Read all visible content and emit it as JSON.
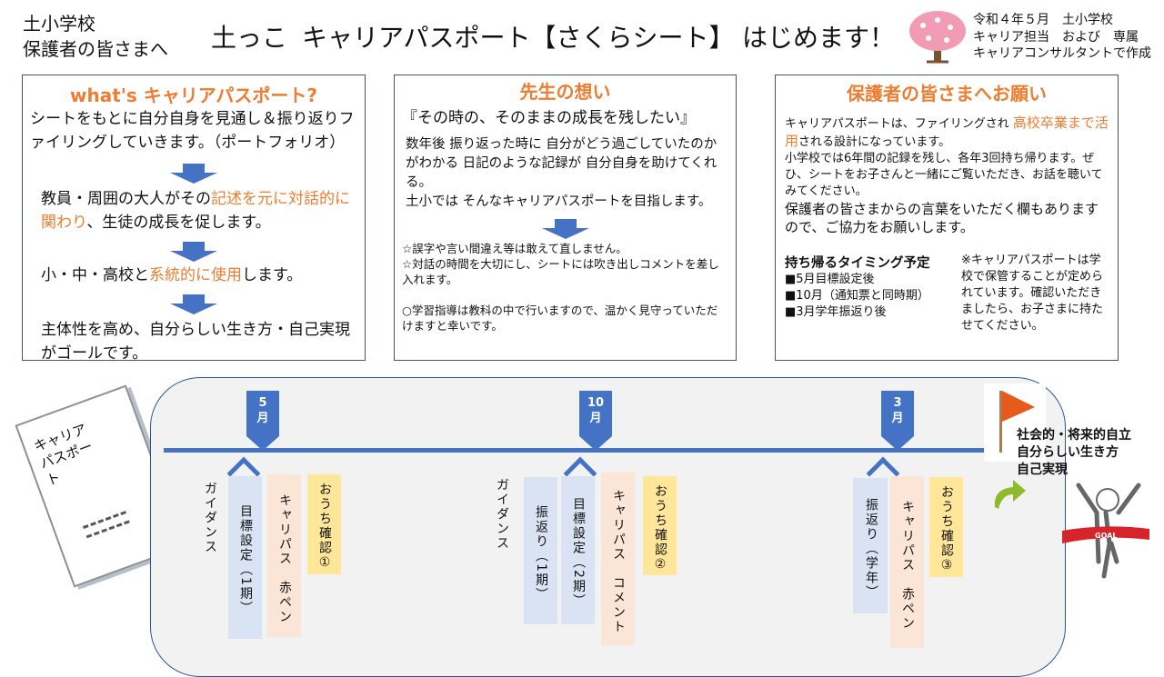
{
  "header": {
    "school": "土小学校",
    "audience": "保護者の皆さまへ",
    "title_parts": [
      "土っこ",
      "キャリアパスポート【さくらシート】",
      "はじめます！"
    ],
    "credit": [
      "令和４年５月　土小学校",
      "キャリア担当　および　専属",
      "キャリアコンサルタントで作成"
    ]
  },
  "box1": {
    "title": "what's キャリアパスポート?",
    "intro": "シートをもとに自分自身を見通し＆振り返りファイリングしていきます。（ポートフォリオ）",
    "step1_a": "教員・周囲の大人がその",
    "step1_hl": "記述を元に対話的に関わり",
    "step1_b": "、生徒の成長を促します。",
    "step2_a": "小・中・高校と",
    "step2_hl": "系統的に使用",
    "step2_b": "します。",
    "step3": "主体性を高め、自分らしい生き方・自己実現がゴールです。"
  },
  "box2": {
    "title": "先生の想い",
    "quote": "『その時の、そのままの成長を残したい』",
    "body": "数年後 振り返った時に 自分がどう過ごしていたのかがわかる  日記のような記録が  自分自身を助けてくれる。",
    "body2": "土小では  そんなキャリアパスポートを目指します。",
    "note1": "☆誤字や言い間違え等は敢えて直しません。",
    "note2": "☆対話の時間を大切にし、シートには吹き出しコメントを差し入れます。",
    "note3": "○学習指導は教科の中で行いますので、温かく見守っていただけますと幸いです。"
  },
  "box3": {
    "title": "保護者の皆さまへお願い",
    "p1_a": "キャリアパスポートは、ファイリングされ ",
    "p1_hl": "高校卒業まで活用",
    "p1_b": "される設計になっています。",
    "p2": "小学校では6年間の記録を残し、各年3回持ち帰ります。ぜひ、シートをお子さんと一緒にご覧いただき、お話を聴いてみてください。",
    "p3": "保護者の皆さまからの言葉をいただく欄もありますので、ご協力をお願いします。",
    "timing_title": "持ち帰るタイミング予定",
    "timing": [
      "■5月目標設定後",
      "■10月（通知票と同時期）",
      "■3月学年振返り後"
    ],
    "storage_note": "※キャリアパスポートは学校で保管することが定められています。確認いただきましたら、お子さまに持たせてください。"
  },
  "passport": {
    "label": "キャリア パスポート"
  },
  "timeline": {
    "markers": [
      "5\n月",
      "10\n月",
      "3\n月"
    ],
    "items": [
      "ガイダンス",
      "目標設定（1期）",
      "キャリパス　赤ペン",
      "おうち確認①",
      "ガイダンス",
      "振返り（1期）",
      "目標設定（2期）",
      "キャリパス　コメント",
      "おうち確認②",
      "振返り（学年）",
      "キャリパス　赤ペン",
      "おうち確認③"
    ],
    "goal": [
      "社会的・将来的自立",
      "自分らしい生き方",
      "自己実現"
    ],
    "goal_banner": "GOAL"
  },
  "colors": {
    "accent": "#ed7d31",
    "blue": "#4472c4"
  }
}
